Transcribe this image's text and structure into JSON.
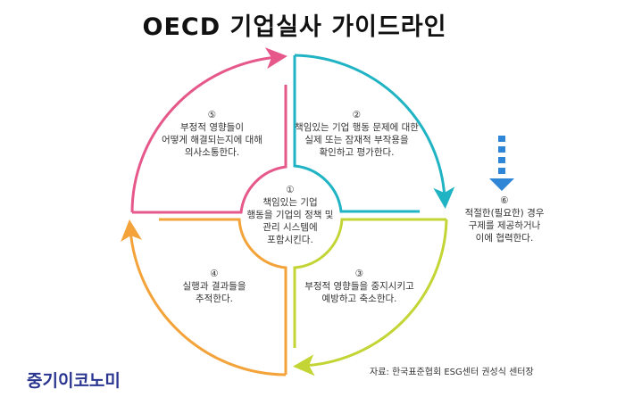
{
  "title": "OECD 기업실사 가이드라인",
  "steps": [
    {
      "num": "①",
      "lines": [
        "책임있는 기업",
        "행동을 기업의 정책 및",
        "관리 시스템에",
        "포함시킨다."
      ]
    },
    {
      "num": "②",
      "lines": [
        "책임있는 기업 행동 문제에 대한",
        "실제 또는 잠재적 부작용을",
        "확인하고 평가한다."
      ]
    },
    {
      "num": "③",
      "lines": [
        "부정적 영향들을 중지시키고",
        "예방하고 축소한다."
      ]
    },
    {
      "num": "④",
      "lines": [
        "실행과 결과들을",
        "추적한다."
      ]
    },
    {
      "num": "⑤",
      "lines": [
        "부정적 영향들이",
        "어떻게 해결되는지에 대해",
        "의사소통한다."
      ]
    },
    {
      "num": "⑥",
      "lines": [
        "적절한(필요한) 경우",
        "구제를 제공하거나",
        "이에 협력한다."
      ]
    }
  ],
  "source": "자료: 한국표준협회 ESG센터 권성식 센터장",
  "logo": "중기이코노미",
  "colors": {
    "pink": "#e6578a",
    "teal": "#1fb3c4",
    "green": "#c3d535",
    "orange": "#f3a33a",
    "blue": "#2f86d6"
  }
}
